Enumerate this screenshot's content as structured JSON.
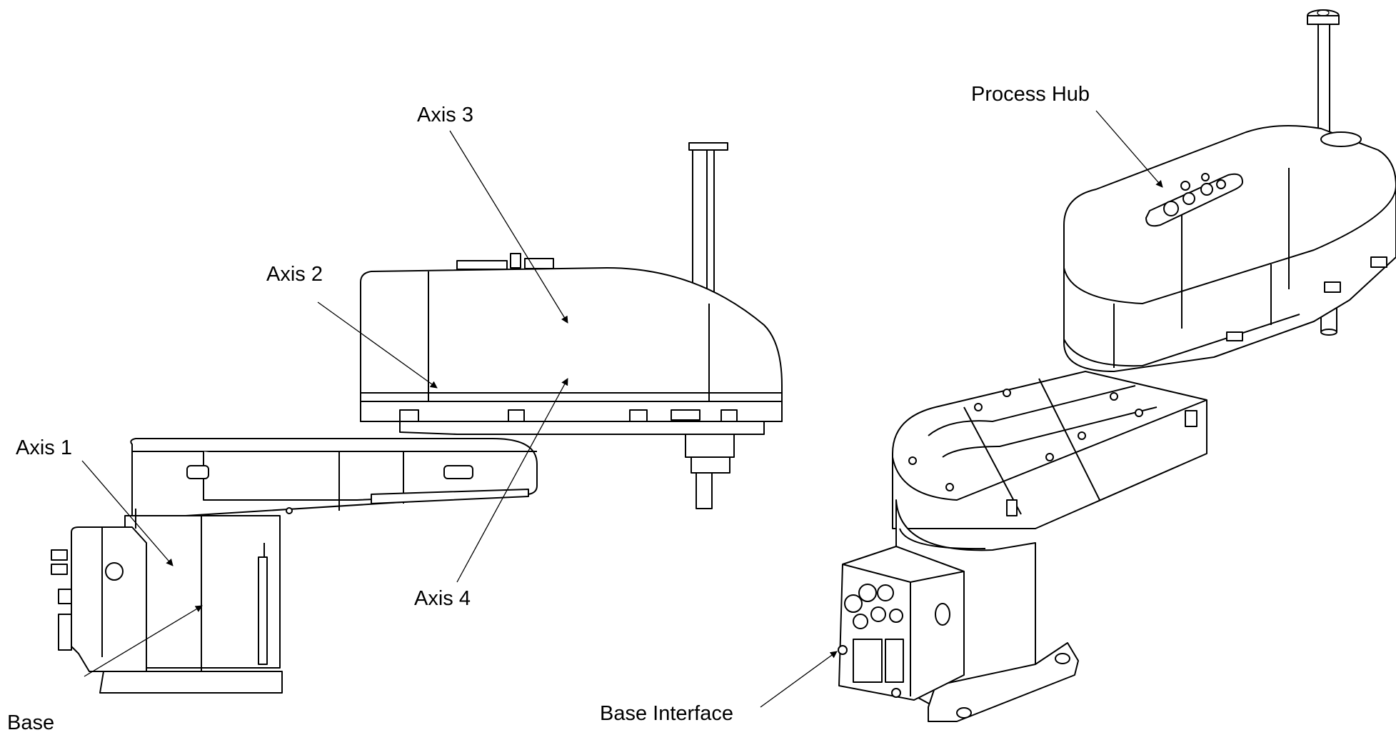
{
  "labels": {
    "axis1": "Axis 1",
    "axis2": "Axis 2",
    "axis3": "Axis 3",
    "axis4": "Axis 4",
    "base": "Base",
    "base_interface": "Base Interface",
    "process_hub": "Process Hub"
  },
  "colors": {
    "line": "#000000",
    "background": "#ffffff"
  }
}
